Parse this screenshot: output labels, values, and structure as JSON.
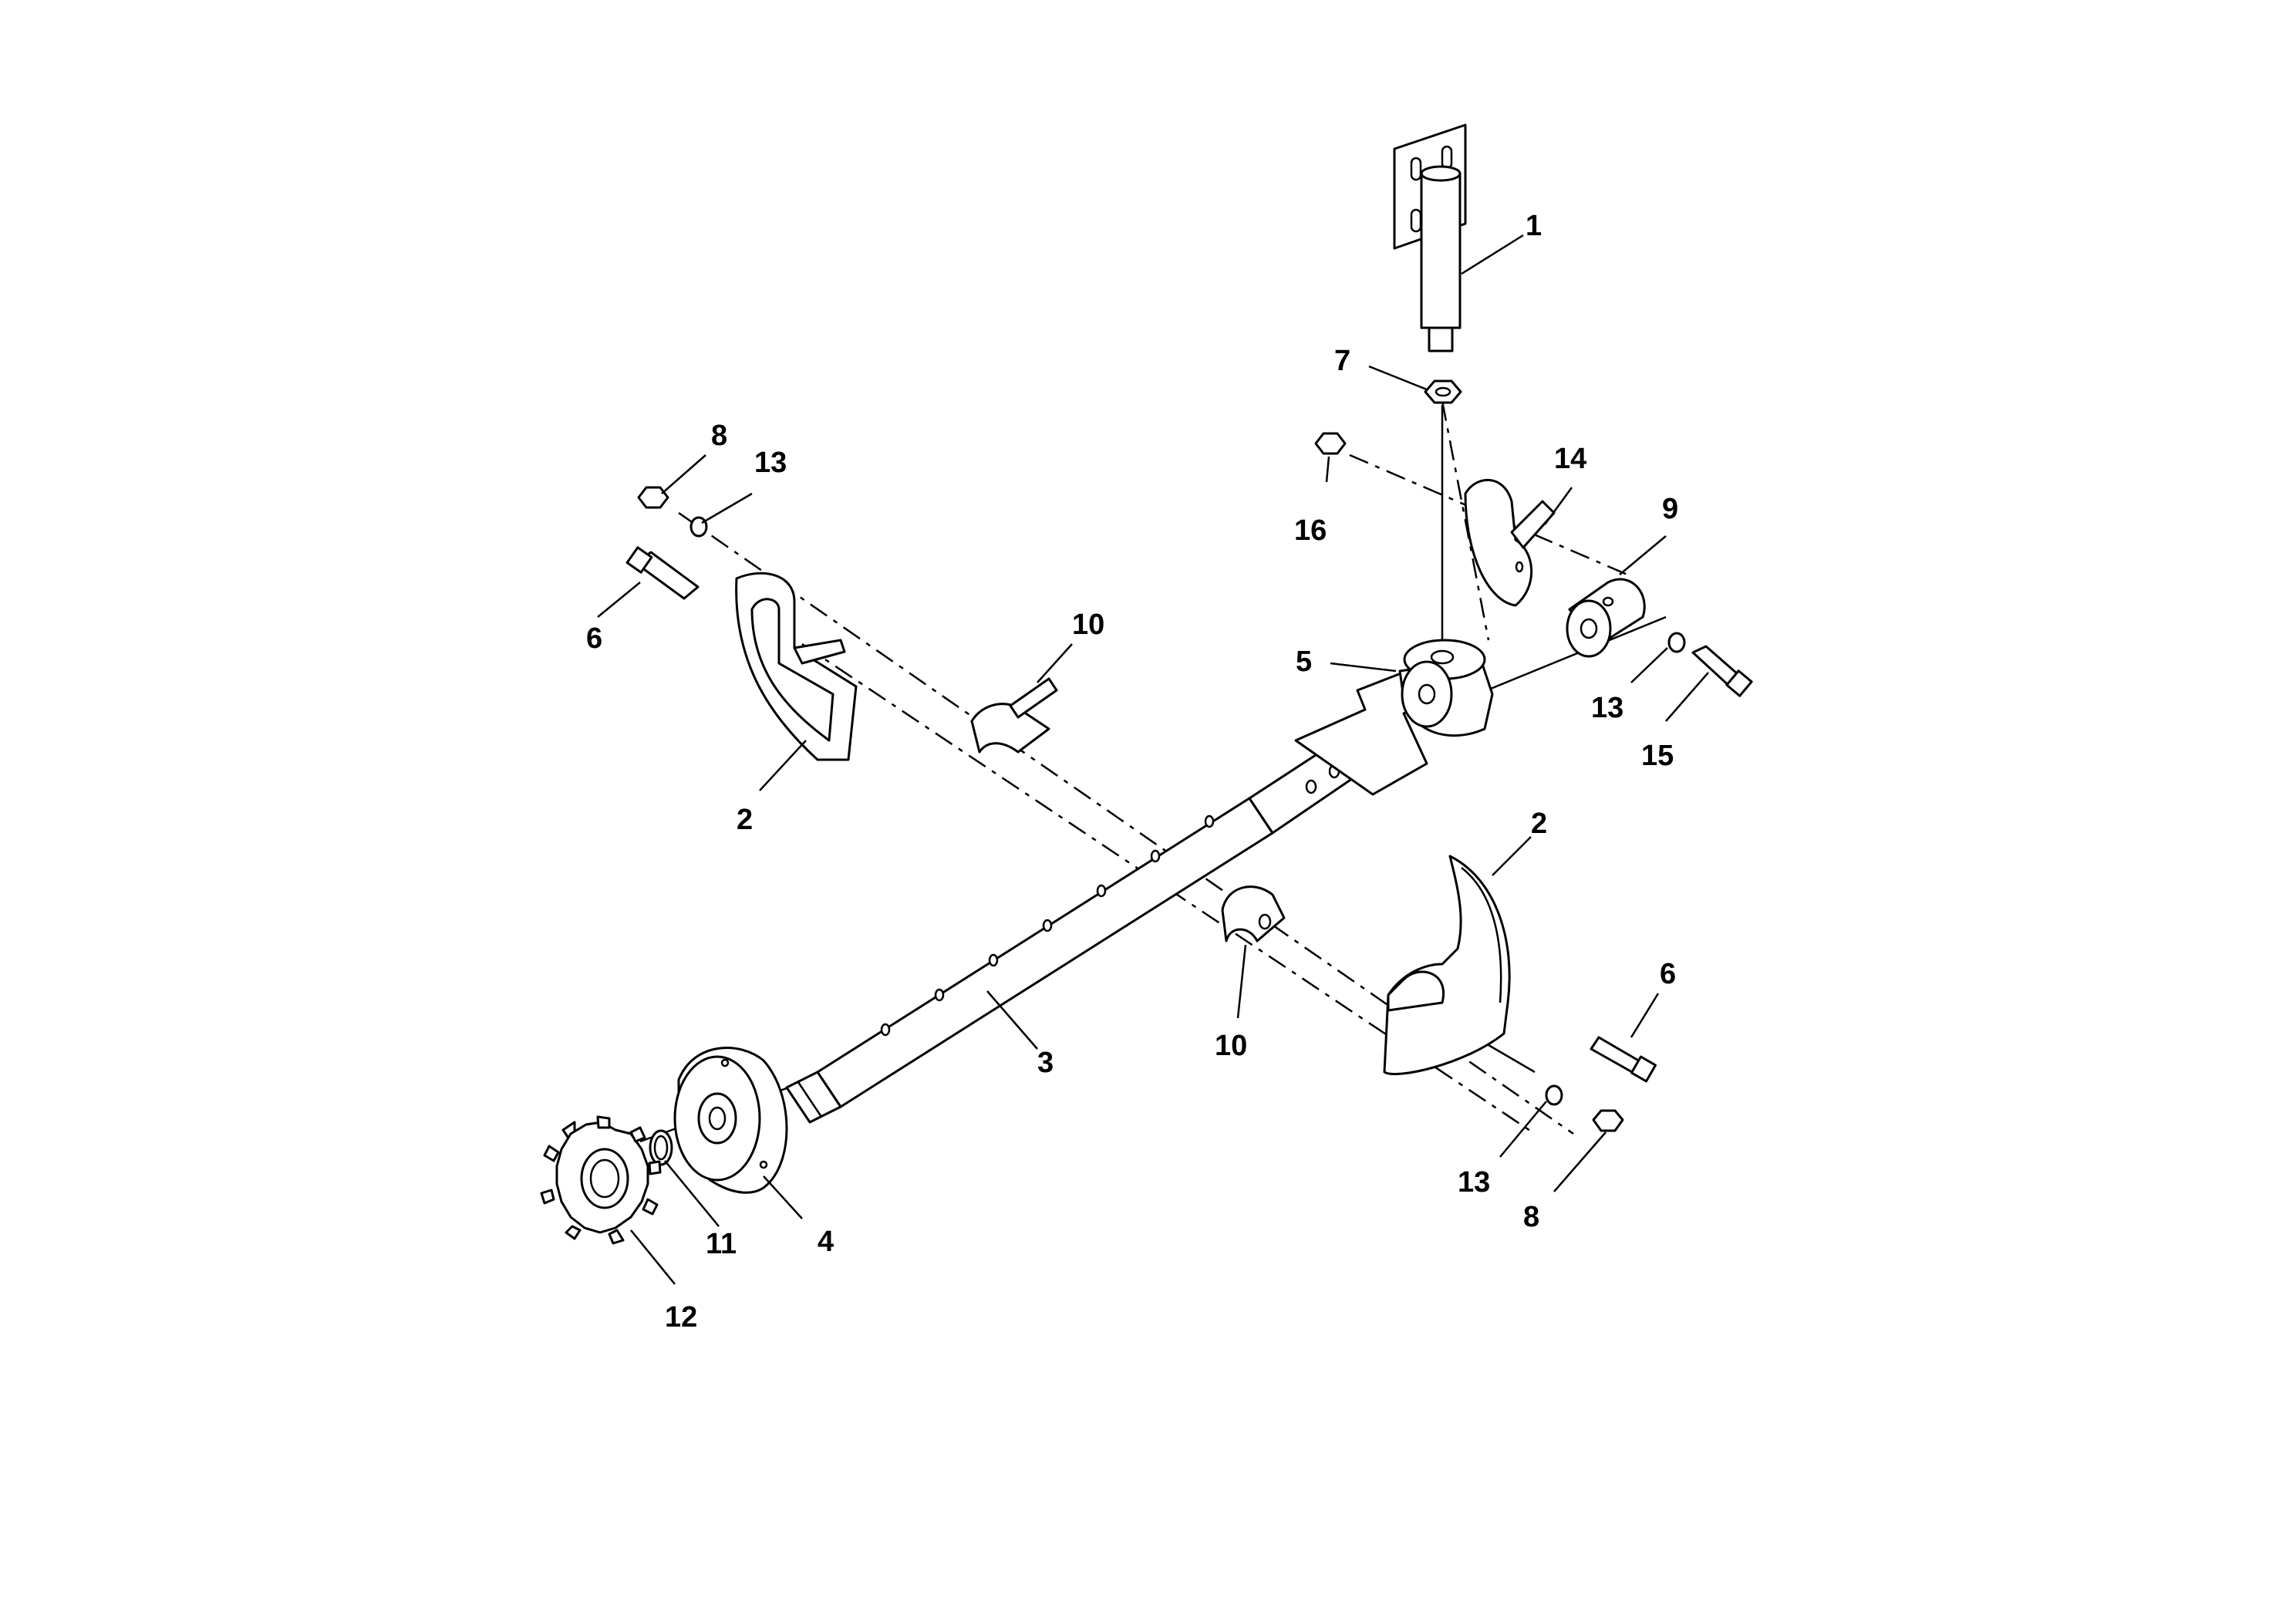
{
  "callouts": [
    {
      "id": "c1",
      "text": "1"
    },
    {
      "id": "c2a",
      "text": "2"
    },
    {
      "id": "c2b",
      "text": "2"
    },
    {
      "id": "c3",
      "text": "3"
    },
    {
      "id": "c4",
      "text": "4"
    },
    {
      "id": "c5",
      "text": "5"
    },
    {
      "id": "c6a",
      "text": "6"
    },
    {
      "id": "c6b",
      "text": "6"
    },
    {
      "id": "c7",
      "text": "7"
    },
    {
      "id": "c8a",
      "text": "8"
    },
    {
      "id": "c8b",
      "text": "8"
    },
    {
      "id": "c9",
      "text": "9"
    },
    {
      "id": "c10a",
      "text": "10"
    },
    {
      "id": "c10b",
      "text": "10"
    },
    {
      "id": "c11",
      "text": "11"
    },
    {
      "id": "c12",
      "text": "12"
    },
    {
      "id": "c13a",
      "text": "13"
    },
    {
      "id": "c13b",
      "text": "13"
    },
    {
      "id": "c13c",
      "text": "13"
    },
    {
      "id": "c14",
      "text": "14"
    },
    {
      "id": "c15",
      "text": "15"
    },
    {
      "id": "c16",
      "text": "16"
    }
  ]
}
